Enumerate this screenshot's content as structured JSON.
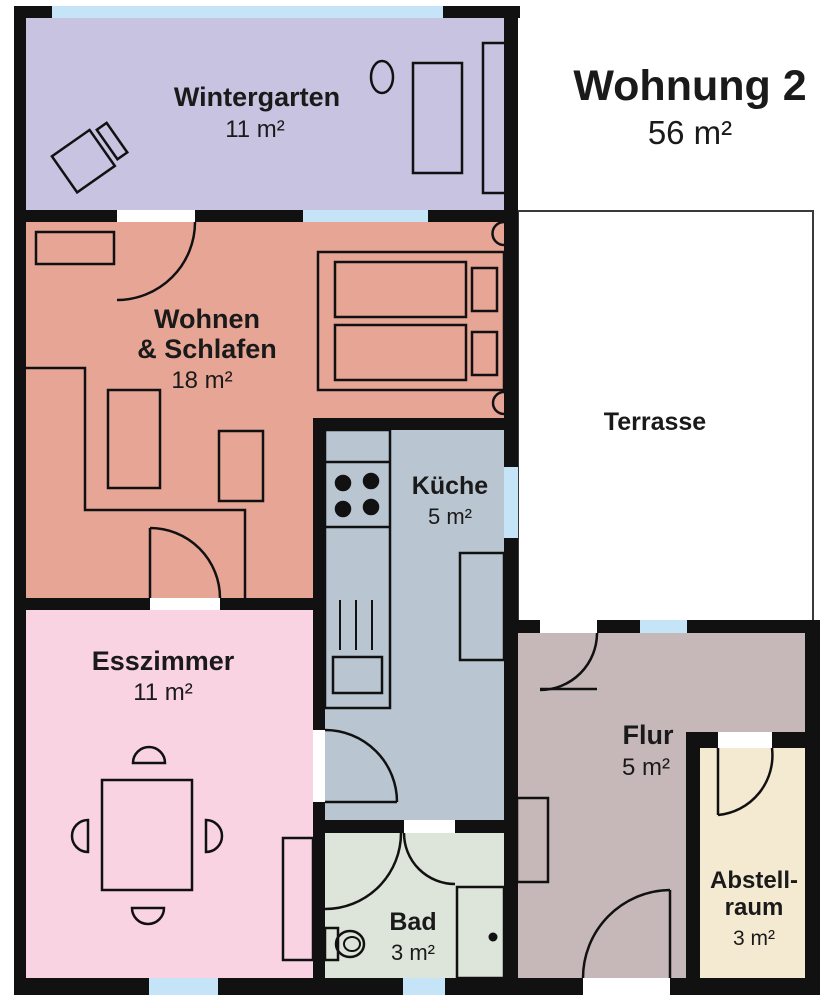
{
  "title": {
    "name": "Wohnung 2",
    "area": "56 m²"
  },
  "rooms": {
    "wintergarten": {
      "label": "Wintergarten",
      "area": "11 m²",
      "color": "#c7c3e1"
    },
    "wohnen": {
      "label": "Wohnen",
      "label2": "& Schlafen",
      "area": "18 m²",
      "color": "#e7a695"
    },
    "terrasse": {
      "label": "Terrasse",
      "color": "#ffffff"
    },
    "kueche": {
      "label": "Küche",
      "area": "5 m²",
      "color": "#b9c5d1"
    },
    "esszimmer": {
      "label": "Esszimmer",
      "area": "11 m²",
      "color": "#f9d3e1"
    },
    "flur": {
      "label": "Flur",
      "area": "5 m²",
      "color": "#c6b8b8"
    },
    "bad": {
      "label": "Bad",
      "area": "3 m²",
      "color": "#dde4d9"
    },
    "abstellraum": {
      "label": "Abstell-",
      "label2": "raum",
      "area": "3 m²",
      "color": "#f4e9d1"
    }
  },
  "colors": {
    "wall": "#111111",
    "window": "#c6e4f8",
    "outline": "#1a1a1a",
    "terrasse_border": "#3a3a3a"
  }
}
